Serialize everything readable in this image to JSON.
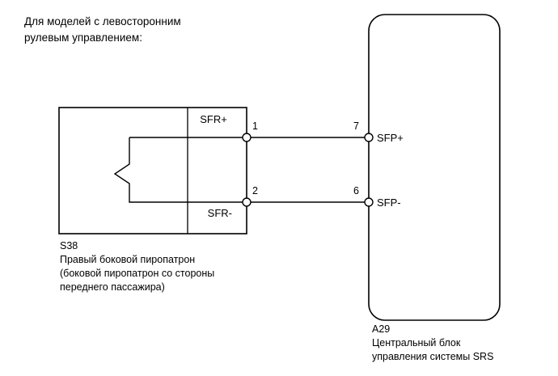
{
  "heading": {
    "line1": "Для моделей с левосторонним",
    "line2": "рулевым управлением:"
  },
  "left_component": {
    "name": "squib-connector-block",
    "signal_labels": {
      "positive": "SFR+",
      "negative": "SFR-"
    },
    "pin_numbers": {
      "positive": "1",
      "negative": "2"
    },
    "caption": {
      "code": "S38",
      "line1": "Правый боковой пиропатрон",
      "line2": "(боковой пиропатрон со стороны",
      "line3": "переднего пассажира)"
    }
  },
  "right_component": {
    "name": "srs-control-ecu",
    "signal_labels": {
      "positive": "SFP+",
      "negative": "SFP-"
    },
    "pin_numbers": {
      "positive": "7",
      "negative": "6"
    },
    "caption": {
      "code": "A29",
      "line1": "Центральный блок",
      "line2": "управления системы SRS"
    }
  },
  "colors": {
    "line": "#000000",
    "background": "#ffffff",
    "text": "#000000"
  }
}
